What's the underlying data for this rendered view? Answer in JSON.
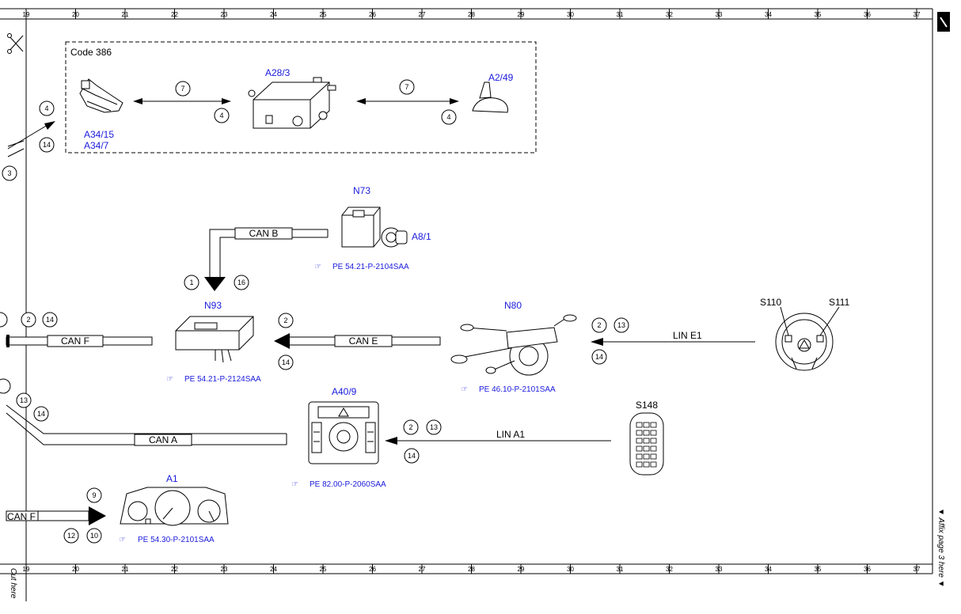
{
  "ruler": {
    "ticks": [
      "19",
      "20",
      "21",
      "22",
      "23",
      "24",
      "25",
      "26",
      "27",
      "28",
      "29",
      "30",
      "31",
      "32",
      "33",
      "34",
      "35",
      "36",
      "37"
    ]
  },
  "code_box": {
    "title": "Code 386"
  },
  "components": {
    "a34": {
      "label1": "A34/15",
      "label2": "A34/7"
    },
    "a28": {
      "label": "A28/3"
    },
    "a2": {
      "label": "A2/49"
    },
    "n73": {
      "label": "N73",
      "a8_label": "A8/1",
      "ref": "PE 54.21-P-2104SAA"
    },
    "n93": {
      "label": "N93",
      "ref": "PE 54.21-P-2124SAA"
    },
    "n80": {
      "label": "N80",
      "ref": "PE 46.10-P-2101SAA"
    },
    "s110": {
      "label": "S110"
    },
    "s111": {
      "label": "S111"
    },
    "a40": {
      "label": "A40/9",
      "ref": "PE 82.00-P-2060SAA"
    },
    "s148": {
      "label": "S148"
    },
    "a1": {
      "label": "A1",
      "ref": "PE 54.30-P-2101SAA"
    }
  },
  "buses": {
    "can_b": "CAN B",
    "can_f": "CAN F",
    "can_e": "CAN E",
    "can_a": "CAN A",
    "lin_e1": "LIN E1",
    "lin_a1": "LIN A1",
    "can_f_a1": "CAN F"
  },
  "circles": {
    "c_a34_4": "4",
    "c_a34_14": "14",
    "c_left_3": "3",
    "c_top7a": "7",
    "c_top4a": "4",
    "c_top7b": "7",
    "c_top4b": "4",
    "c_canb_1": "1",
    "c_canb_16": "16",
    "c_canf_2": "2",
    "c_canf_14": "14",
    "c_cane_2": "2",
    "c_cane_14": "14",
    "c_line1_2": "2",
    "c_line1_13": "13",
    "c_line1_14": "14",
    "c_cana_13": "13",
    "c_cana_14": "14",
    "c_lina1_2": "2",
    "c_lina1_13": "13",
    "c_lina1_14": "14",
    "c_a1_9": "9",
    "c_a1_12": "12",
    "c_a1_10": "10"
  },
  "side": {
    "affix": "▼ Affix page 3 here ▼",
    "cut": "Cut here"
  }
}
